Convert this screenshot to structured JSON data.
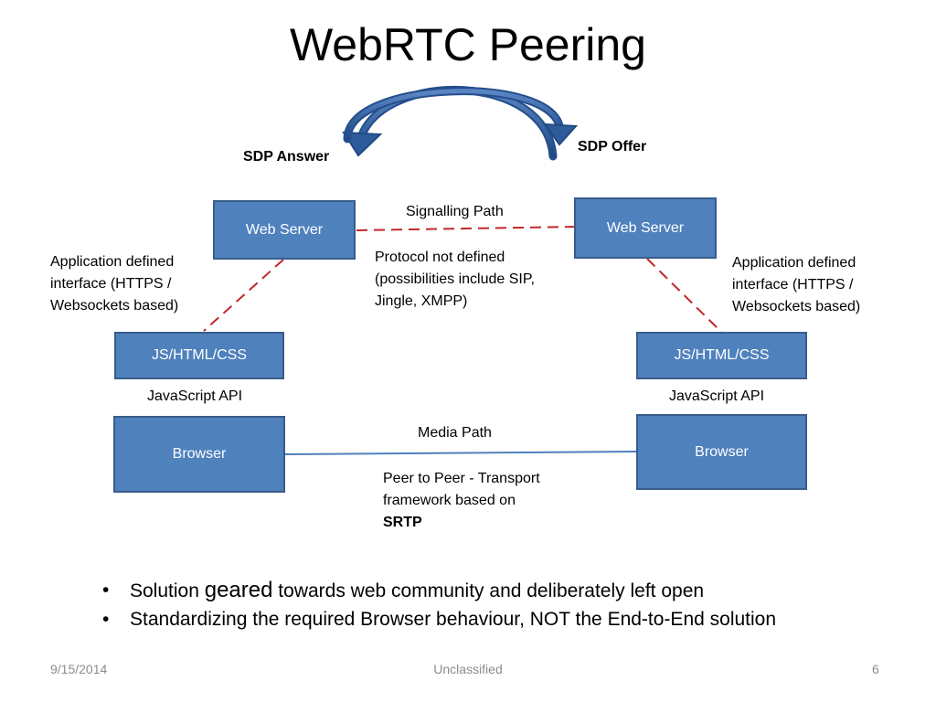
{
  "slide": {
    "title": "WebRTC Peering"
  },
  "diagram": {
    "sdp_answer": "SDP Answer",
    "sdp_offer": "SDP Offer",
    "web_server_left": "Web Server",
    "web_server_right": "Web Server",
    "jshtmlcss_left": "JS/HTML/CSS",
    "jshtmlcss_right": "JS/HTML/CSS",
    "browser_left": "Browser",
    "browser_right": "Browser",
    "signalling_path": "Signalling Path",
    "protocol_note": [
      "Protocol not defined",
      "(possibilities include SIP,",
      "Jingle, XMPP)"
    ],
    "app_interface_left": [
      "Application defined",
      "interface (HTTPS /",
      "Websockets based)"
    ],
    "app_interface_right": [
      "Application defined",
      "interface (HTTPS /",
      "Websockets based)"
    ],
    "js_api_left": "JavaScript API",
    "js_api_right": "JavaScript API",
    "media_path": "Media Path",
    "p2p_note": [
      "Peer to Peer - Transport",
      "framework based on"
    ],
    "p2p_note_bold": "SRTP"
  },
  "bullets": {
    "b1_pre": "Solution ",
    "b1_emph": "geared",
    "b1_post": " towards web community and deliberately left open",
    "b2": "Standardizing the required Browser behaviour,  NOT the End-to-End solution"
  },
  "footer": {
    "date": "9/15/2014",
    "classification": "Unclassified",
    "page": "6"
  },
  "colors": {
    "box_fill": "#4f81bd",
    "box_border": "#385d8a",
    "dashed_link": "#c0262d",
    "media_link": "#4f81bd",
    "arrow": "#2e5b9a"
  }
}
